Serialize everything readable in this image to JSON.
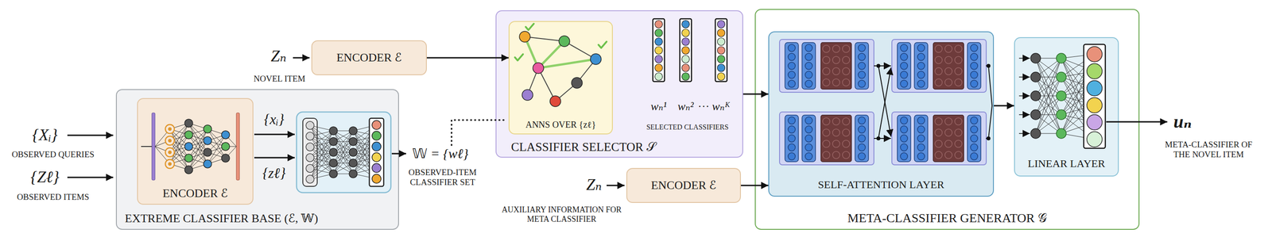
{
  "diagram": {
    "nodes": [
      {
        "text": [
          "EXTREME CLASSIFIER BASE (ℰ, 𝕎)"
        ]
      },
      {
        "text": [
          "ENCODER ℰ"
        ],
        "in": 0
      },
      {
        "text": [
          "ENCODER ℰ"
        ]
      },
      {
        "text": [
          "CLASSIFIER SELECTOR 𝒮"
        ]
      },
      {
        "text": [
          "ANNS OVER {zℓ}"
        ],
        "in": 3
      },
      {
        "text": [
          "ENCODER ℰ"
        ]
      },
      {
        "text": [
          "META-CLASSIFIER GENERATOR 𝒢"
        ]
      },
      {
        "text": [
          "SELF-ATTENTION LAYER"
        ],
        "in": 6
      },
      {
        "text": [
          "LINEAR LAYER"
        ],
        "in": 6
      }
    ],
    "edges": [
      {
        "from": 2,
        "to": 4,
        "arrow": "to"
      },
      {
        "from": 3,
        "to": 7,
        "arrow": "to"
      },
      {
        "from": 5,
        "to": 7,
        "arrow": "to"
      },
      {
        "from": 7,
        "to": 8,
        "arrow": "to"
      }
    ],
    "labels": [
      "{Xᵢ}",
      "OBSERVED QUERIES",
      "{Zℓ}",
      "OBSERVED ITEMS",
      "{xᵢ}",
      "{zℓ}",
      "𝕎 = {wℓ}",
      "OBSERVED-ITEM CLASSIFIER SET",
      "Zₙ",
      "NOVEL ITEM",
      "wₙ¹",
      "wₙ²",
      "···",
      "wₙᴷ",
      "SELECTED CLASSIFIERS",
      "Zₙ",
      "AUXILIARY INFORMATION FOR META CLASSIFIER",
      "uₙ",
      "META-CLASSIFIER OF THE NOVEL ITEM"
    ]
  }
}
